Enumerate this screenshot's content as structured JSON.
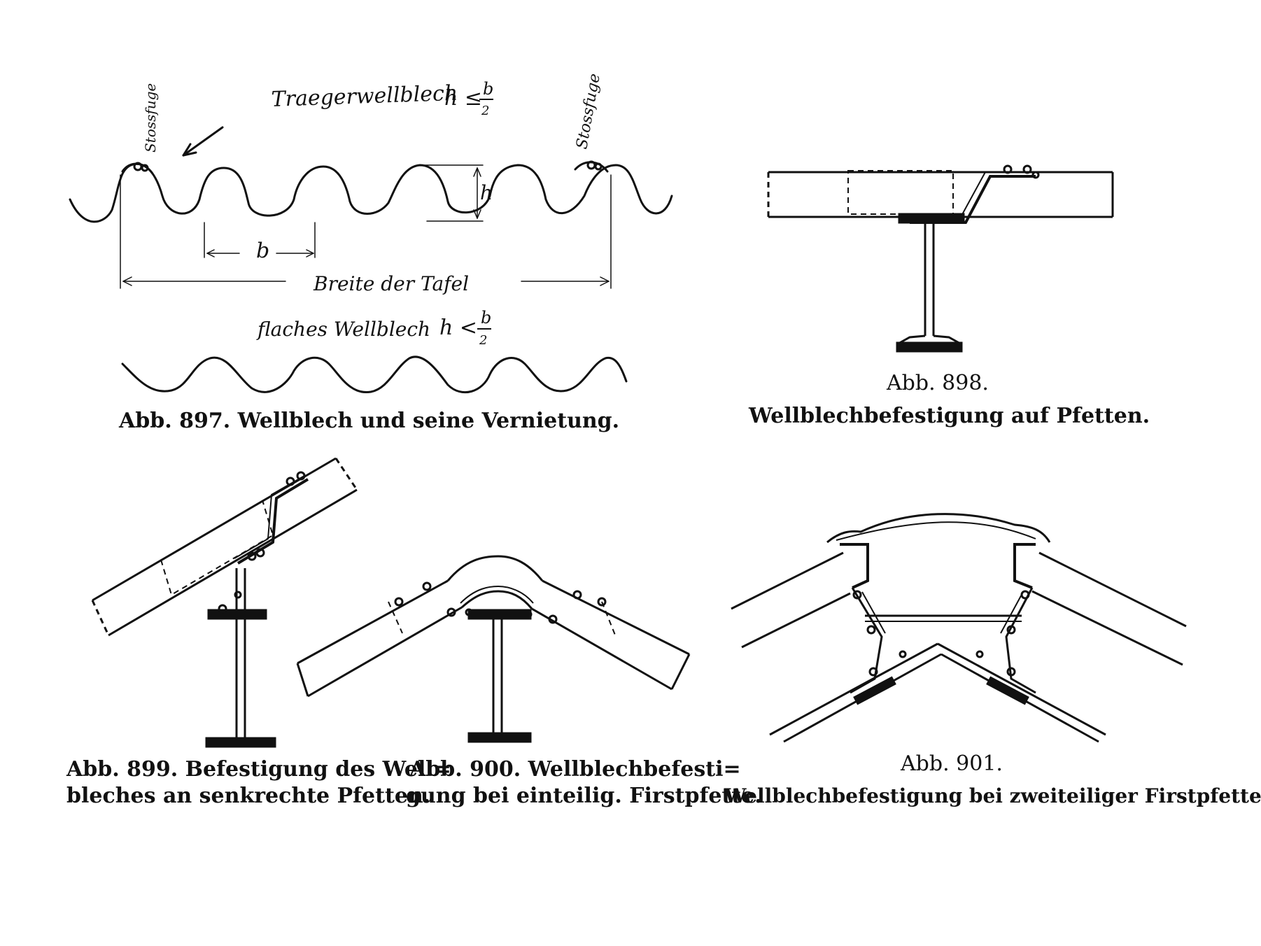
{
  "fig897": {
    "caption": "Abb. 897. Wellblech und seine Vernietung.",
    "label_top": "Traegerwellblech",
    "formula_top_h": "h ≤",
    "formula_top_num": "b",
    "formula_top_den": "2",
    "label_bottom": "flaches Wellblech",
    "formula_bottom_h": "h <",
    "formula_bottom_num": "b",
    "formula_bottom_den": "2",
    "stossfuge_left": "Stossfuge",
    "stossfuge_right": "Stossfuge",
    "dim_h": "h",
    "dim_b": "b",
    "dim_width": "Breite der Tafel"
  },
  "fig898": {
    "caption_line1": "Abb. 898.",
    "caption_line2": "Wellblechbefestigung auf Pfetten."
  },
  "fig899": {
    "caption_line1": "Abb. 899. Befestigung des Well=",
    "caption_line2": "bleches an senkrechte Pfetten."
  },
  "fig900": {
    "caption_line1": "Abb. 900. Wellblechbefesti=",
    "caption_line2": "gung bei einteilig. Firstpfette."
  },
  "fig901": {
    "caption_line1": "Abb. 901.",
    "caption_line2": "Wellblechbefestigung bei zweiteiliger Firstpfette."
  }
}
